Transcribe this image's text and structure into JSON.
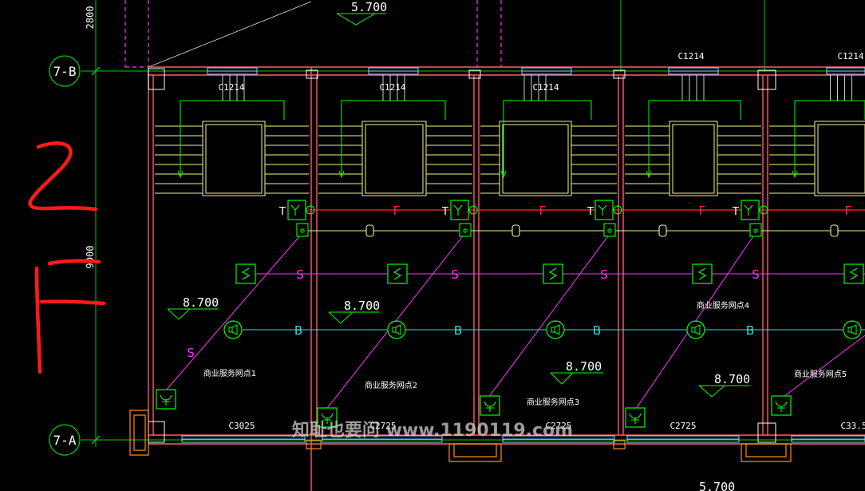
{
  "drawing": {
    "colors": {
      "background": "#000000",
      "grid": "#00cc00",
      "wall": "#ff5a6e",
      "window": "#8fd3ff",
      "stair": "#f5f58a",
      "fire_line": "#ff2a2a",
      "smoke_line": "#ff33ff",
      "broadcast_line": "#33e0e0",
      "signal_line": "#f0f0a0",
      "device": "#00ff00",
      "column_orange": "#ff8c1a",
      "annotation_red": "#ff1a1a",
      "watermark": "#cfcfcf"
    },
    "axes": {
      "top": "7-B",
      "bottom": "7-A"
    },
    "dims": {
      "upper": "2800",
      "main": "9000"
    },
    "elevations": {
      "top": "5.700",
      "room1": "8.700",
      "room2": "8.700",
      "room3": "8.700",
      "room4": "8.700",
      "bottom": "5.700"
    },
    "windows_top": [
      "C1214",
      "C1214",
      "C1214",
      "C1214",
      "C1214"
    ],
    "windows_bottom": [
      "C3025",
      "C2725",
      "C2725",
      "C2725",
      "C33.5"
    ],
    "rooms": [
      "商业服务网点1",
      "商业服务网点2",
      "商业服务网点3",
      "商业服务网点4",
      "商业服务网点5"
    ],
    "line_labels": {
      "fire": "F",
      "smoke": "S",
      "broadcast": "B",
      "temp": "T"
    },
    "handwriting": "2F",
    "watermark": "知耻也要问 www.1190119.com"
  }
}
